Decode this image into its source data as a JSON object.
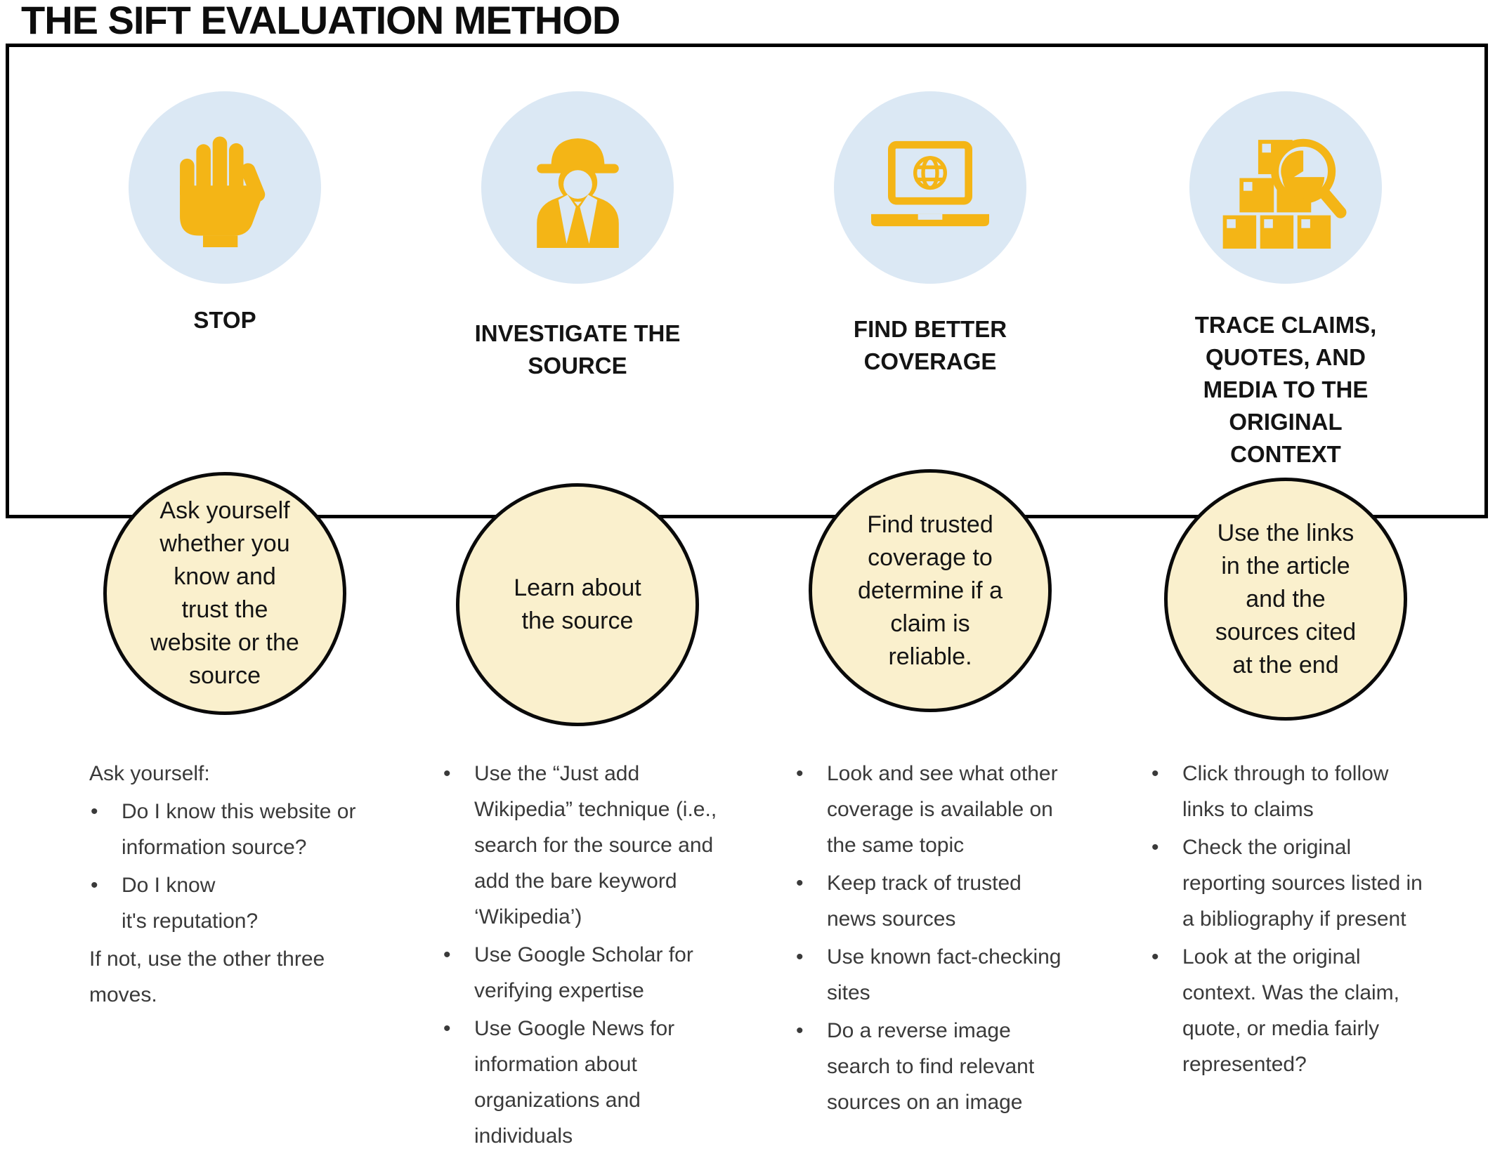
{
  "title": "THE SIFT EVALUATION METHOD",
  "bullet_glyph": "•",
  "palette": {
    "icon_gold": "#F4B516",
    "icon_circle_blue": "#DBE8F4",
    "summary_circle_cream": "#FAF0CD",
    "frame_border": "#000000"
  },
  "columns": [
    {
      "heading": "STOP",
      "icon": "stop-hand-icon",
      "circle_text": "Ask yourself\nwhether you\nknow and\ntrust the\nwebsite or the\nsource",
      "intro": "Ask yourself:",
      "bullets": [
        "Do I know this website or information source?",
        "Do I know\nit's reputation?"
      ],
      "outro": "If not, use the other three\nmoves."
    },
    {
      "heading": "INVESTIGATE THE\nSOURCE",
      "icon": "detective-icon",
      "circle_text": "Learn about\nthe source",
      "bullets": [
        "Use the “Just add Wikipedia”  technique (i.e., search for the source and add the bare keyword ‘Wikipedia’)",
        "Use Google Scholar for verifying expertise",
        "Use Google News for information about organizations and individuals"
      ]
    },
    {
      "heading": "FIND BETTER\nCOVERAGE",
      "icon": "laptop-globe-icon",
      "circle_text": "Find trusted\ncoverage to\ndetermine if a\nclaim is\nreliable.",
      "bullets": [
        "Look and see what other coverage is available on the same topic",
        "Keep track of trusted news sources",
        "Use known fact-checking sites",
        "Do a reverse image search to find relevant sources on an image"
      ]
    },
    {
      "heading": "TRACE CLAIMS,\nQUOTES, AND\nMEDIA TO THE\nORIGINAL\nCONTEXT",
      "icon": "boxes-magnifier-icon",
      "circle_text": "Use the links\nin the article\nand the\nsources cited\nat the end",
      "bullets": [
        "Click through to follow links to claims",
        "Check the original reporting sources listed in a bibliography if present",
        "Look at the original context. Was the claim, quote, or media fairly represented?"
      ]
    }
  ]
}
